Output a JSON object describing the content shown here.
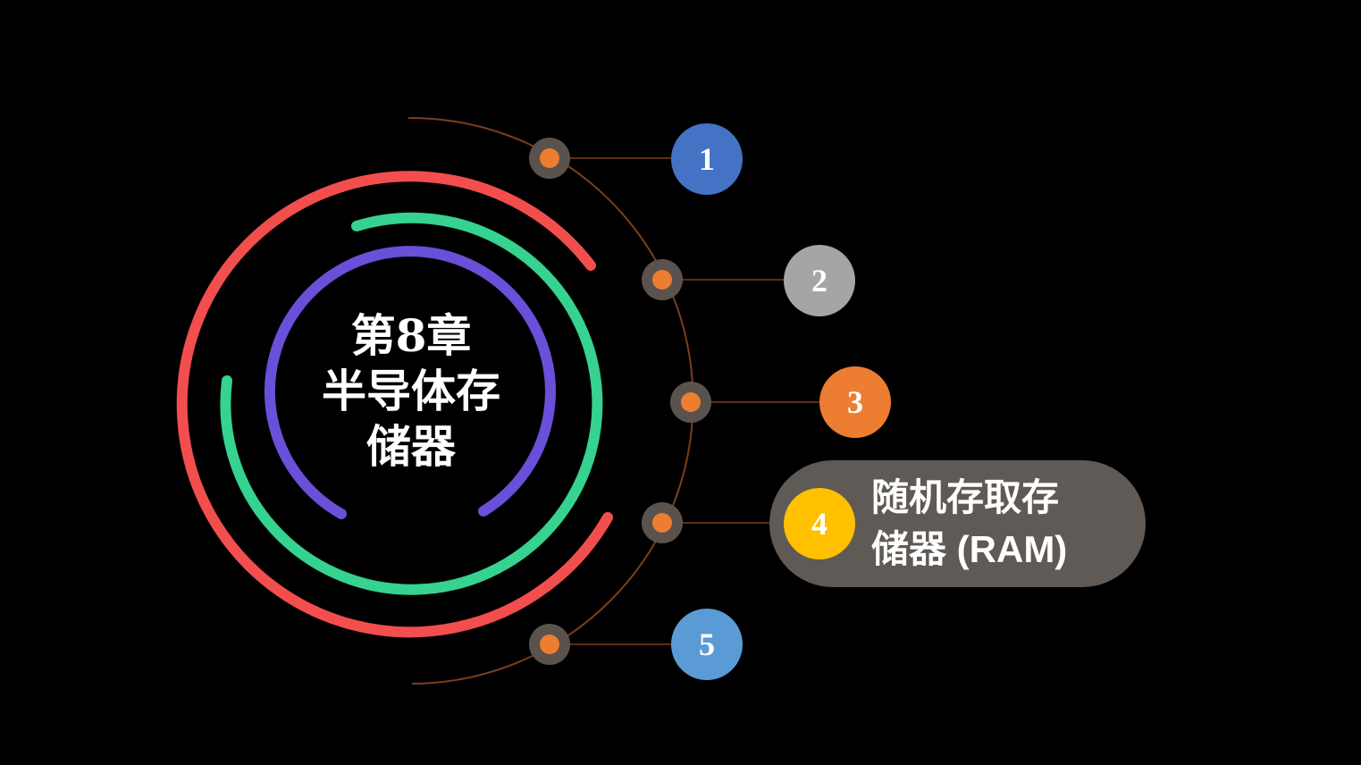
{
  "chapter": {
    "line1": "第8章",
    "line2": "半导体存",
    "line3": "储器"
  },
  "items": [
    {
      "number": "1",
      "color": "#4472c4"
    },
    {
      "number": "2",
      "color": "#a5a5a5"
    },
    {
      "number": "3",
      "color": "#ed7d31"
    },
    {
      "number": "4",
      "color": "#ffc000",
      "label_line1": "随机存取存",
      "label_line2": "储器 (RAM)",
      "active": true
    },
    {
      "number": "5",
      "color": "#5b9bd5"
    }
  ],
  "ring_colors": {
    "outer": "#f24e4e",
    "middle": "#36d28f",
    "inner": "#6a4fd9",
    "track": "#7a3f1c",
    "node": "#ed7d31",
    "node_halo": "#5a524c"
  }
}
